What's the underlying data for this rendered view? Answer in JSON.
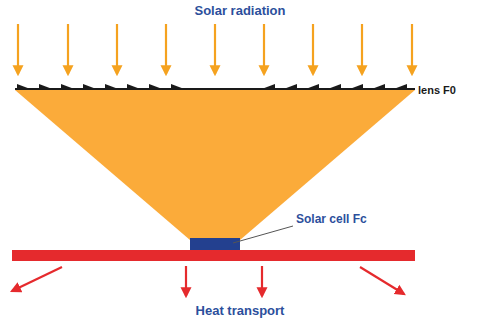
{
  "diagram": {
    "title": "Solar radiation",
    "labels": [
      "lens F0",
      "Solar cell Fc",
      "Heat transport"
    ]
  }
}
